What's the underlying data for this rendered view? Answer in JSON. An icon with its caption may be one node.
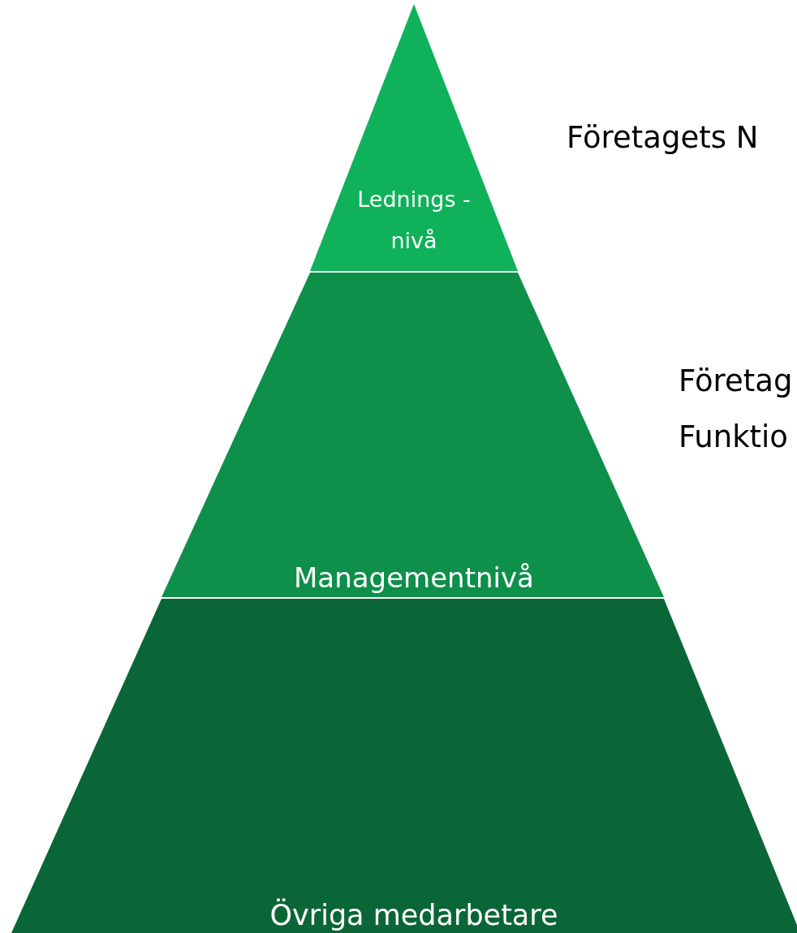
{
  "diagram": {
    "nodes": [
      {
        "text": [
          "Lednings -nivå"
        ]
      },
      {
        "text": [
          "Managementnivå"
        ]
      },
      {
        "text": [
          "Övriga medarbetare"
        ]
      }
    ],
    "labels": [
      "Företagets N",
      "Företag",
      "Funktio"
    ]
  }
}
